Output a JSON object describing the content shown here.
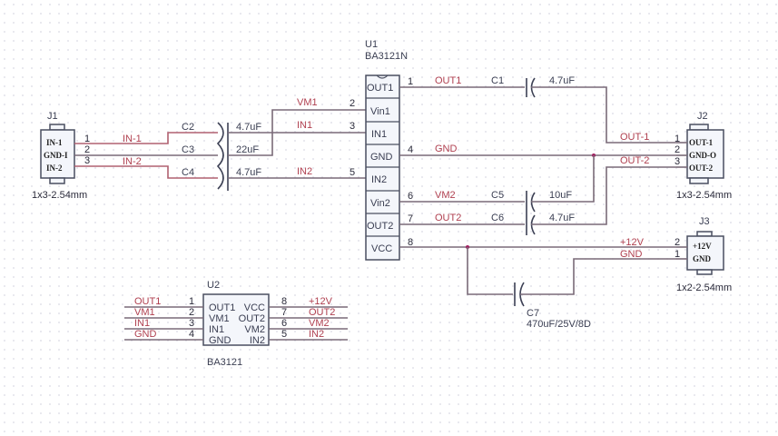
{
  "u1": {
    "ref": "U1",
    "part": "BA3121N",
    "pins": [
      {
        "num": "1",
        "label": "OUT1",
        "net": "OUT1"
      },
      {
        "num": "2",
        "label": "Vin1",
        "net": "VM1"
      },
      {
        "num": "3",
        "label": "IN1",
        "net": "IN1"
      },
      {
        "num": "4",
        "label": "GND",
        "net": "GND"
      },
      {
        "num": "5",
        "label": "IN2",
        "net": "IN2"
      },
      {
        "num": "6",
        "label": "Vin2",
        "net": "VM2"
      },
      {
        "num": "7",
        "label": "OUT2",
        "net": "OUT2"
      },
      {
        "num": "8",
        "label": "VCC",
        "net": ""
      }
    ]
  },
  "j1": {
    "ref": "J1",
    "footprint": "1x3-2.54mm",
    "pins": [
      {
        "num": "1",
        "label": "IN-1",
        "net": "IN-1"
      },
      {
        "num": "2",
        "label": "GND-I",
        "net": ""
      },
      {
        "num": "3",
        "label": "IN-2",
        "net": "IN-2"
      }
    ]
  },
  "j2": {
    "ref": "J2",
    "footprint": "1x3-2.54mm",
    "pins": [
      {
        "num": "1",
        "label": "OUT-1",
        "net": "OUT-1"
      },
      {
        "num": "2",
        "label": "GND-O",
        "net": ""
      },
      {
        "num": "3",
        "label": "OUT-2",
        "net": "OUT-2"
      }
    ]
  },
  "j3": {
    "ref": "J3",
    "footprint": "1x2-2.54mm",
    "pins": [
      {
        "num": "2",
        "label": "+12V",
        "net": "+12V"
      },
      {
        "num": "1",
        "label": "GND",
        "net": "GND"
      }
    ]
  },
  "caps": {
    "c1": {
      "ref": "C1",
      "value": "4.7uF"
    },
    "c2": {
      "ref": "C2",
      "value": "4.7uF"
    },
    "c3": {
      "ref": "C3",
      "value": "22uF"
    },
    "c4": {
      "ref": "C4",
      "value": "4.7uF"
    },
    "c5": {
      "ref": "C5",
      "value": "10uF"
    },
    "c6": {
      "ref": "C6",
      "value": "4.7uF"
    },
    "c7": {
      "ref": "C7",
      "value": "470uF/25V/8D"
    }
  },
  "u2": {
    "ref": "U2",
    "part": "BA3121",
    "left_pins": [
      {
        "num": "1",
        "label": "OUT1",
        "net": "OUT1"
      },
      {
        "num": "2",
        "label": "VM1",
        "net": "VM1"
      },
      {
        "num": "3",
        "label": "IN1",
        "net": "IN1"
      },
      {
        "num": "4",
        "label": "GND",
        "net": "GND"
      }
    ],
    "right_pins": [
      {
        "num": "8",
        "label": "VCC",
        "net": "+12V"
      },
      {
        "num": "7",
        "label": "OUT2",
        "net": "OUT2"
      },
      {
        "num": "6",
        "label": "VM2",
        "net": "VM2"
      },
      {
        "num": "5",
        "label": "IN2",
        "net": "IN2"
      }
    ]
  }
}
